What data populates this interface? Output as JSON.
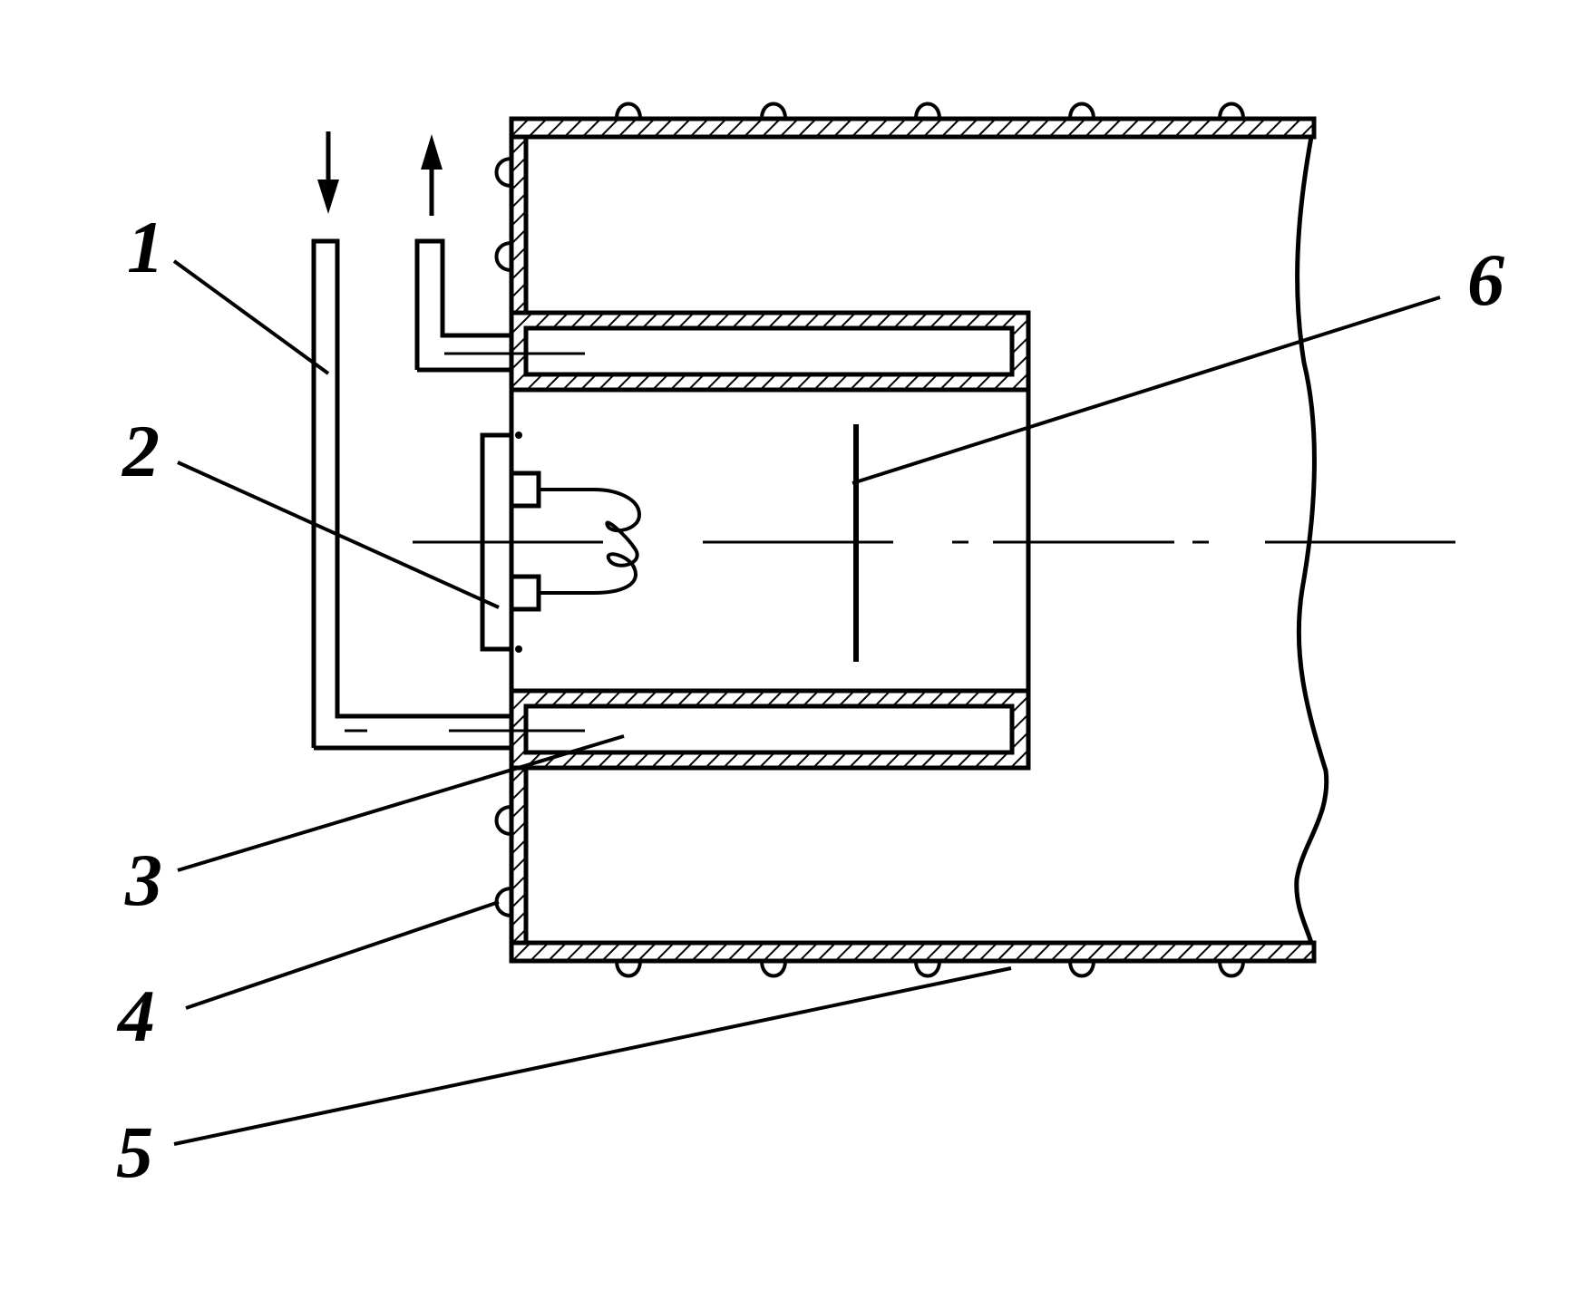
{
  "labels": {
    "l1": "1",
    "l2": "2",
    "l3": "3",
    "l4": "4",
    "l5": "5",
    "l6": "6"
  },
  "colors": {
    "stroke": "#000000",
    "background": "#ffffff"
  },
  "flow": {
    "inlet_arrow": "arrow-down-icon",
    "outlet_arrow": "arrow-up-icon"
  }
}
